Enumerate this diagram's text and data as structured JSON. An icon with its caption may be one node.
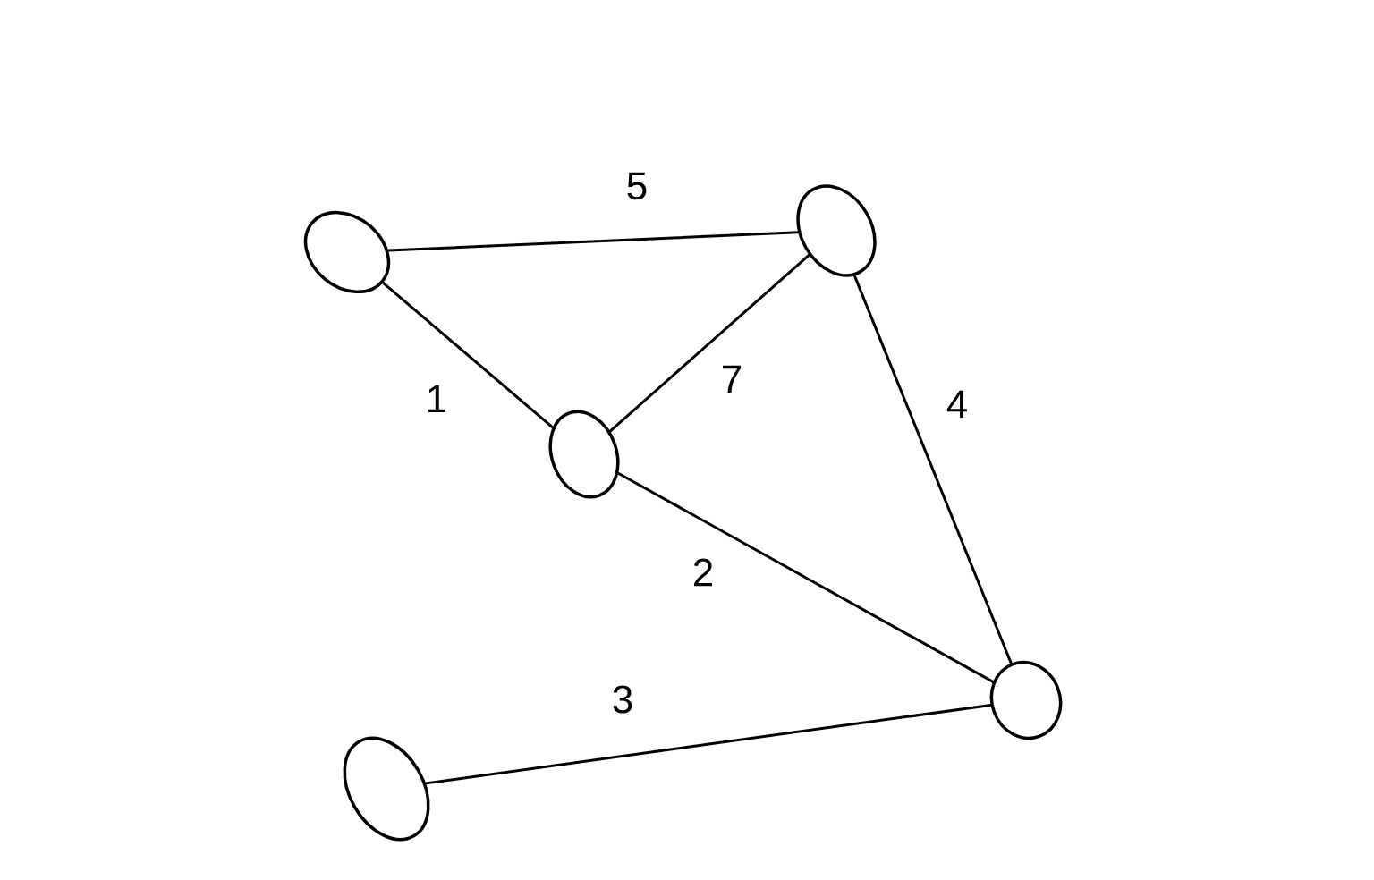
{
  "diagram": {
    "nodes": [
      {
        "text": [],
        "shape": "circle"
      },
      {
        "text": [],
        "shape": "circle"
      },
      {
        "text": [],
        "shape": "circle"
      },
      {
        "text": [],
        "shape": "circle"
      },
      {
        "text": [],
        "shape": "circle"
      }
    ],
    "edges": [
      {
        "from": 0,
        "to": 1,
        "arrow": "none",
        "label": "5"
      },
      {
        "from": 0,
        "to": 2,
        "arrow": "none",
        "label": "1"
      },
      {
        "from": 1,
        "to": 2,
        "arrow": "none",
        "label": "7"
      },
      {
        "from": 1,
        "to": 3,
        "arrow": "none",
        "label": "4"
      },
      {
        "from": 2,
        "to": 3,
        "arrow": "none",
        "label": "2"
      },
      {
        "from": 4,
        "to": 3,
        "arrow": "none",
        "label": "3"
      }
    ]
  }
}
